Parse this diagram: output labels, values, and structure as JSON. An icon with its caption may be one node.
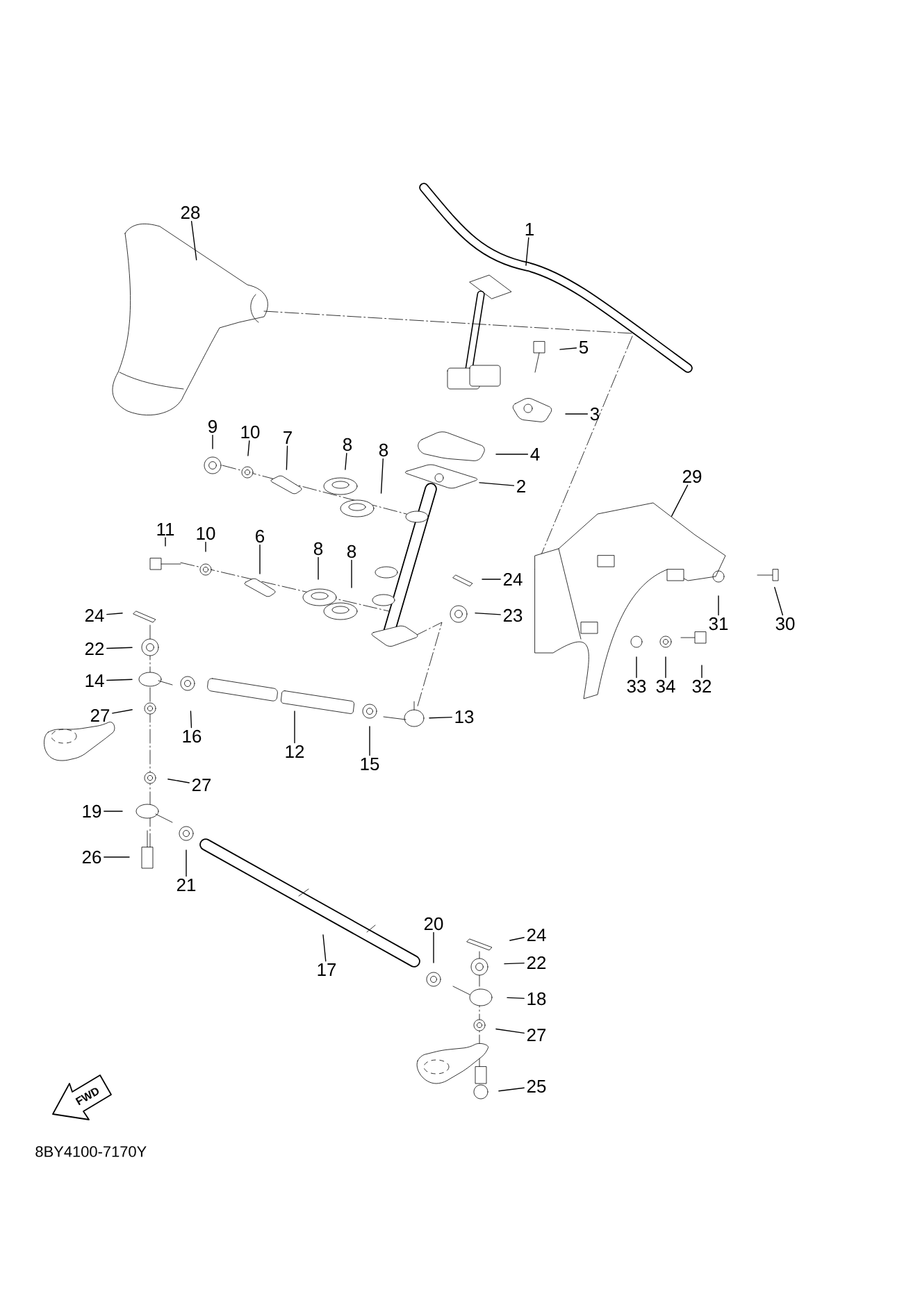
{
  "diagram": {
    "nodes": [
      {
        "text": [
          "28"
        ]
      },
      {
        "text": [
          "1"
        ]
      },
      {
        "text": [
          "5"
        ]
      },
      {
        "text": [
          "3"
        ]
      },
      {
        "text": [
          "9"
        ]
      },
      {
        "text": [
          "10"
        ]
      },
      {
        "text": [
          "7"
        ]
      },
      {
        "text": [
          "8"
        ]
      },
      {
        "text": [
          "8"
        ]
      },
      {
        "text": [
          "4"
        ]
      },
      {
        "text": [
          "2"
        ]
      },
      {
        "text": [
          "29"
        ]
      },
      {
        "text": [
          "11"
        ]
      },
      {
        "text": [
          "10"
        ]
      },
      {
        "text": [
          "6"
        ]
      },
      {
        "text": [
          "8"
        ]
      },
      {
        "text": [
          "8"
        ]
      },
      {
        "text": [
          "24"
        ]
      },
      {
        "text": [
          "23"
        ]
      },
      {
        "text": [
          "24"
        ]
      },
      {
        "text": [
          "22"
        ]
      },
      {
        "text": [
          "14"
        ]
      },
      {
        "text": [
          "27"
        ]
      },
      {
        "text": [
          "16"
        ]
      },
      {
        "text": [
          "12"
        ]
      },
      {
        "text": [
          "15"
        ]
      },
      {
        "text": [
          "13"
        ]
      },
      {
        "text": [
          "27"
        ]
      },
      {
        "text": [
          "19"
        ]
      },
      {
        "text": [
          "26"
        ]
      },
      {
        "text": [
          "21"
        ]
      },
      {
        "text": [
          "31"
        ]
      },
      {
        "text": [
          "30"
        ]
      },
      {
        "text": [
          "33"
        ]
      },
      {
        "text": [
          "34"
        ]
      },
      {
        "text": [
          "32"
        ]
      },
      {
        "text": [
          "20"
        ]
      },
      {
        "text": [
          "24"
        ]
      },
      {
        "text": [
          "22"
        ]
      },
      {
        "text": [
          "17"
        ]
      },
      {
        "text": [
          "18"
        ]
      },
      {
        "text": [
          "27"
        ]
      },
      {
        "text": [
          "25"
        ]
      }
    ],
    "edges": [
      {
        "from": 0,
        "to": null,
        "arrow": "none"
      },
      {
        "from": 1,
        "to": null,
        "arrow": "none"
      },
      {
        "from": 2,
        "to": null,
        "arrow": "none"
      },
      {
        "from": 3,
        "to": null,
        "arrow": "none"
      },
      {
        "from": 4,
        "to": null,
        "arrow": "none"
      },
      {
        "from": 5,
        "to": null,
        "arrow": "none"
      },
      {
        "from": 6,
        "to": null,
        "arrow": "none"
      },
      {
        "from": 7,
        "to": null,
        "arrow": "none"
      },
      {
        "from": 8,
        "to": null,
        "arrow": "none"
      },
      {
        "from": 9,
        "to": null,
        "arrow": "none"
      },
      {
        "from": 10,
        "to": null,
        "arrow": "none"
      },
      {
        "from": 11,
        "to": null,
        "arrow": "none"
      },
      {
        "from": 12,
        "to": null,
        "arrow": "none"
      },
      {
        "from": 13,
        "to": null,
        "arrow": "none"
      },
      {
        "from": 14,
        "to": null,
        "arrow": "none"
      },
      {
        "from": 15,
        "to": null,
        "arrow": "none"
      },
      {
        "from": 16,
        "to": null,
        "arrow": "none"
      },
      {
        "from": 17,
        "to": null,
        "arrow": "none"
      },
      {
        "from": 18,
        "to": null,
        "arrow": "none"
      },
      {
        "from": 19,
        "to": null,
        "arrow": "none"
      },
      {
        "from": 20,
        "to": null,
        "arrow": "none"
      },
      {
        "from": 21,
        "to": null,
        "arrow": "none"
      },
      {
        "from": 22,
        "to": null,
        "arrow": "none"
      },
      {
        "from": 23,
        "to": null,
        "arrow": "none"
      },
      {
        "from": 24,
        "to": null,
        "arrow": "none"
      },
      {
        "from": 25,
        "to": null,
        "arrow": "none"
      },
      {
        "from": 26,
        "to": null,
        "arrow": "none"
      },
      {
        "from": 27,
        "to": null,
        "arrow": "none"
      },
      {
        "from": 28,
        "to": null,
        "arrow": "none"
      },
      {
        "from": 29,
        "to": null,
        "arrow": "none"
      },
      {
        "from": 30,
        "to": null,
        "arrow": "none"
      },
      {
        "from": 31,
        "to": null,
        "arrow": "none"
      },
      {
        "from": 32,
        "to": null,
        "arrow": "none"
      },
      {
        "from": 33,
        "to": null,
        "arrow": "none"
      },
      {
        "from": 34,
        "to": null,
        "arrow": "none"
      },
      {
        "from": 35,
        "to": null,
        "arrow": "none"
      },
      {
        "from": 36,
        "to": null,
        "arrow": "none"
      },
      {
        "from": 37,
        "to": null,
        "arrow": "none"
      },
      {
        "from": 38,
        "to": null,
        "arrow": "none"
      },
      {
        "from": 39,
        "to": null,
        "arrow": "none"
      },
      {
        "from": 40,
        "to": null,
        "arrow": "none"
      },
      {
        "from": 41,
        "to": null,
        "arrow": "none"
      },
      {
        "from": 42,
        "to": null,
        "arrow": "none"
      }
    ],
    "labels": [
      "FWD",
      "8BY4100-7170Y"
    ]
  }
}
